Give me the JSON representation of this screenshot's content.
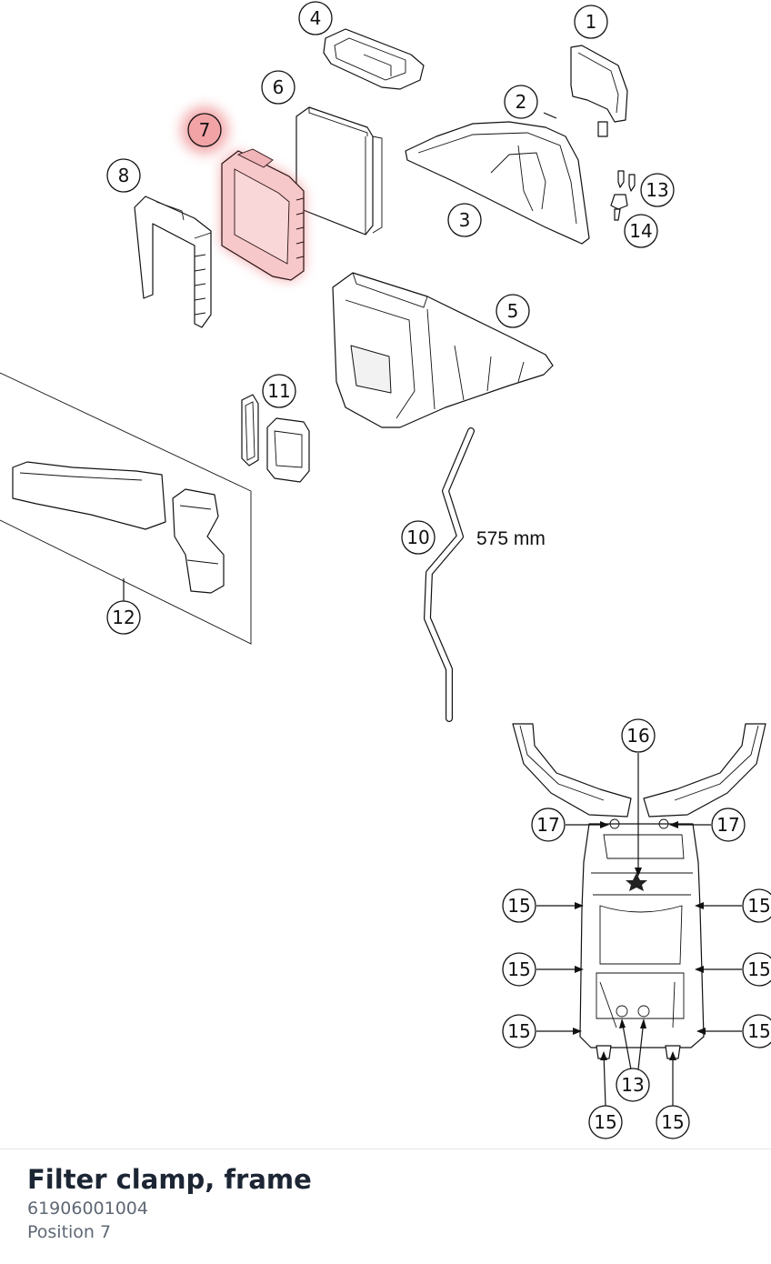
{
  "highlight_color": "#e8545a",
  "diagram": {
    "callouts": {
      "c1": "1",
      "c2": "2",
      "c3": "3",
      "c4": "4",
      "c5": "5",
      "c6": "6",
      "c7": "7",
      "c8": "8",
      "c10": "10",
      "c11": "11",
      "c12": "12",
      "c13a": "13",
      "c14": "14",
      "c16": "16",
      "c17a": "17",
      "c17b": "17",
      "c15a": "15",
      "c15b": "15",
      "c15c": "15",
      "c15d": "15",
      "c15e": "15",
      "c15f": "15",
      "c15g": "15",
      "c15h": "15",
      "c13b": "13"
    },
    "dimension_label": "575 mm"
  },
  "part": {
    "title": "Filter clamp, frame",
    "number": "61906001004",
    "position": "Position 7"
  }
}
